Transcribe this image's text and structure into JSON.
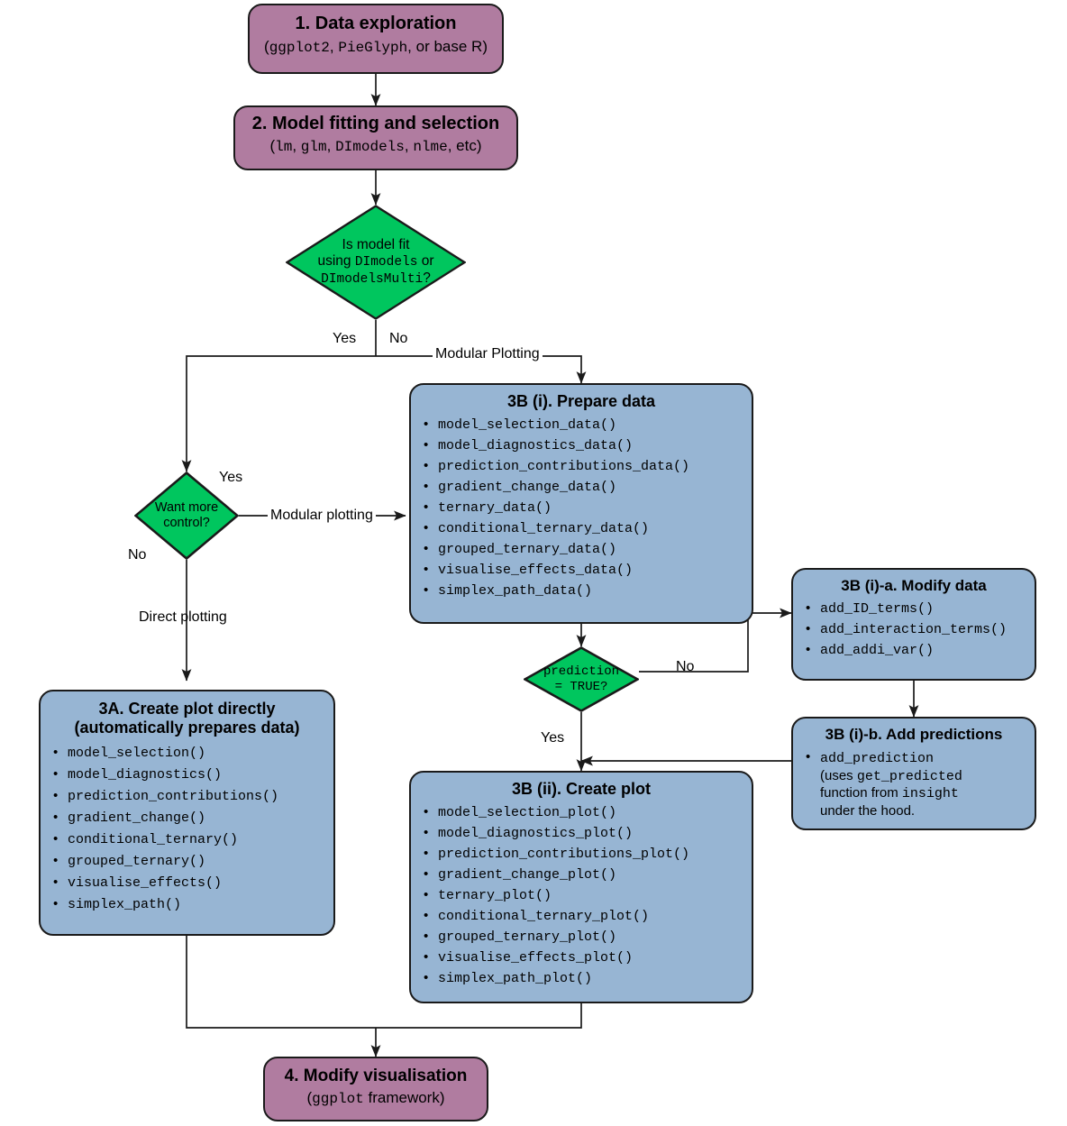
{
  "colors": {
    "purple": "#b07ca0",
    "blue": "#97b5d3",
    "green": "#00c65e",
    "stroke": "#1a1a1a"
  },
  "nodes": {
    "step1": {
      "title": "1. Data exploration",
      "sub_open": "(",
      "sub_mono1": "ggplot2",
      "sub_mid1": ", ",
      "sub_mono2": "PieGlyph",
      "sub_tail": ", or base R)"
    },
    "step2": {
      "title": "2. Model fitting and selection",
      "sub_open": "(",
      "sub_mono1": "lm",
      "sub_c1": ", ",
      "sub_mono2": "glm",
      "sub_c2": ", ",
      "sub_mono3": "DImodels",
      "sub_c3": ", ",
      "sub_mono4": "nlme",
      "sub_tail": ", etc)"
    },
    "decision1": {
      "line1": "Is model fit",
      "line2_a": "using ",
      "line2_mono": "DImodels",
      "line2_b": " or",
      "line3_mono": "DImodelsMulti",
      "line3_b": "?"
    },
    "decision2": {
      "line1": "Want more",
      "line2": "control?"
    },
    "decision3": {
      "line1": "prediction",
      "line2": "= TRUE?"
    },
    "step3a": {
      "title_line1": "3A. Create plot directly",
      "title_line2": "(automatically prepares data)",
      "functions": [
        "model_selection()",
        "model_diagnostics()",
        "prediction_contributions()",
        "gradient_change()",
        "conditional_ternary()",
        "grouped_ternary()",
        "visualise_effects()",
        "simplex_path()"
      ]
    },
    "step3bi": {
      "title": "3B (i). Prepare data",
      "functions": [
        "model_selection_data()",
        "model_diagnostics_data()",
        "prediction_contributions_data()",
        "gradient_change_data()",
        "ternary_data()",
        "conditional_ternary_data()",
        "grouped_ternary_data()",
        "visualise_effects_data()",
        "simplex_path_data()"
      ]
    },
    "step3bia": {
      "title": "3B (i)-a. Modify data",
      "functions": [
        "add_ID_terms()",
        "add_interaction_terms()",
        "add_addi_var()"
      ]
    },
    "step3bib": {
      "title": "3B (i)-b. Add predictions",
      "bullet_mono1": "add_prediction",
      "bullet_line2_a": "(uses ",
      "bullet_line2_mono": "get_predicted",
      "bullet_line3_a": "function from ",
      "bullet_line3_mono": "insight",
      "bullet_line4": "under the hood."
    },
    "step3bii": {
      "title": "3B (ii). Create plot",
      "functions": [
        "model_selection_plot()",
        "model_diagnostics_plot()",
        "prediction_contributions_plot()",
        "gradient_change_plot()",
        "ternary_plot()",
        "conditional_ternary_plot()",
        "grouped_ternary_plot()",
        "visualise_effects_plot()",
        "simplex_path_plot()"
      ]
    },
    "step4": {
      "title": "4. Modify visualisation",
      "sub_open": "(",
      "sub_mono": "ggplot",
      "sub_tail": " framework)"
    }
  },
  "edge_labels": {
    "d1_yes": "Yes",
    "d1_no": "No",
    "modular_plotting_cap": "Modular Plotting",
    "d2_yes": "Yes",
    "d2_no": "No",
    "modular_plotting": "Modular plotting",
    "direct_plotting": "Direct plotting",
    "d3_no": "No",
    "d3_yes": "Yes"
  }
}
